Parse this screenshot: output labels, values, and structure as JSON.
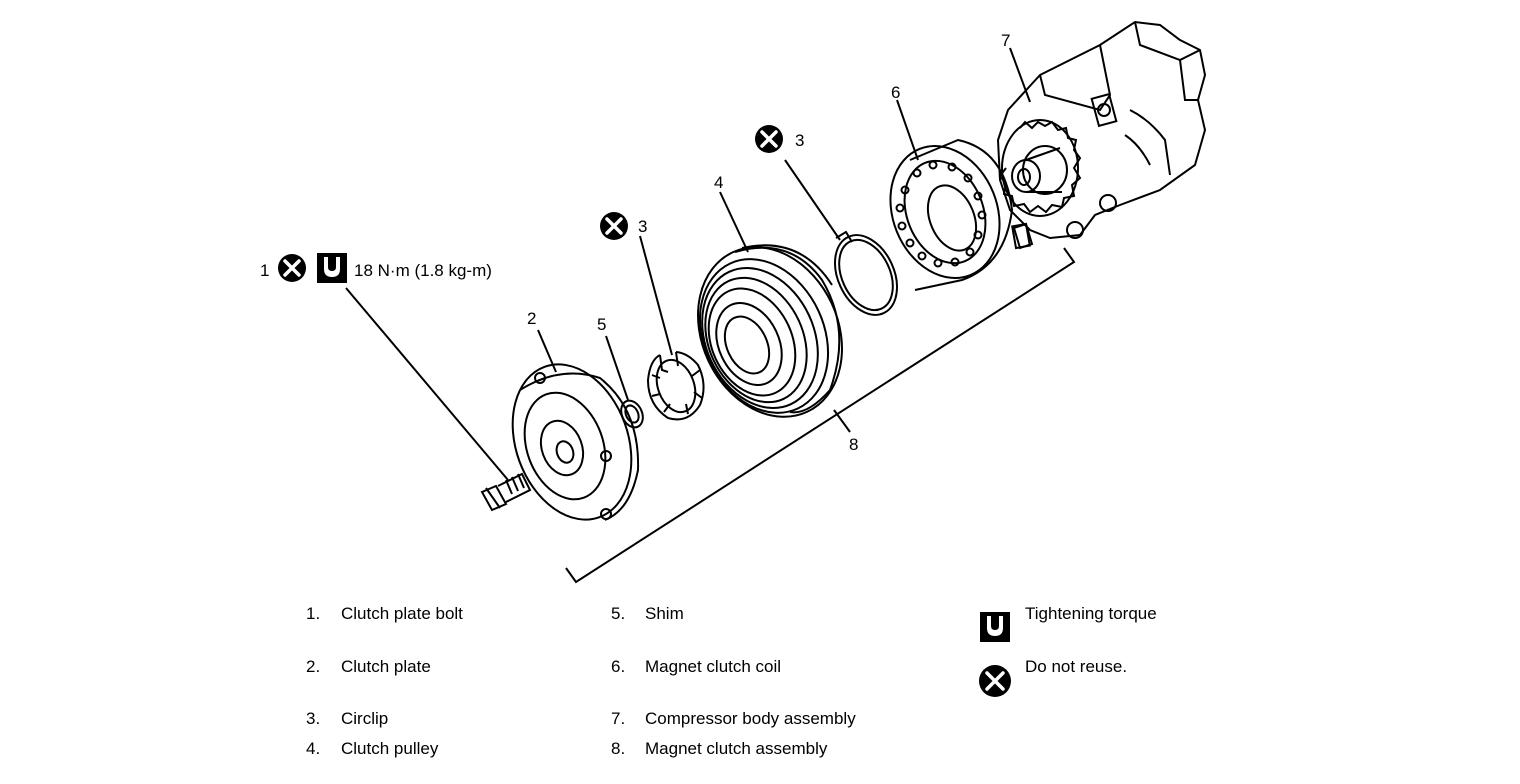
{
  "callouts": {
    "c1": "1",
    "c2": "2",
    "c3a": "3",
    "c3b": "3",
    "c4": "4",
    "c5": "5",
    "c6": "6",
    "c7": "7",
    "c8": "8",
    "torque": "18 N·m (1.8 kg-m)"
  },
  "legend": {
    "items": [
      {
        "num": "1.",
        "label": "Clutch plate bolt"
      },
      {
        "num": "2.",
        "label": "Clutch plate"
      },
      {
        "num": "3.",
        "label": "Circlip"
      },
      {
        "num": "4.",
        "label": "Clutch pulley"
      },
      {
        "num": "5.",
        "label": "Shim"
      },
      {
        "num": "6.",
        "label": "Magnet clutch coil"
      },
      {
        "num": "7.",
        "label": "Compressor body assembly"
      },
      {
        "num": "8.",
        "label": "Magnet clutch assembly"
      }
    ],
    "symbols": {
      "torque_label": "Tightening torque",
      "noreuse_label": "Do not reuse."
    }
  },
  "icons": {
    "torque": "torque-wrench-icon",
    "noreuse": "do-not-reuse-icon"
  },
  "colors": {
    "ink": "#000000",
    "paper": "#ffffff"
  }
}
